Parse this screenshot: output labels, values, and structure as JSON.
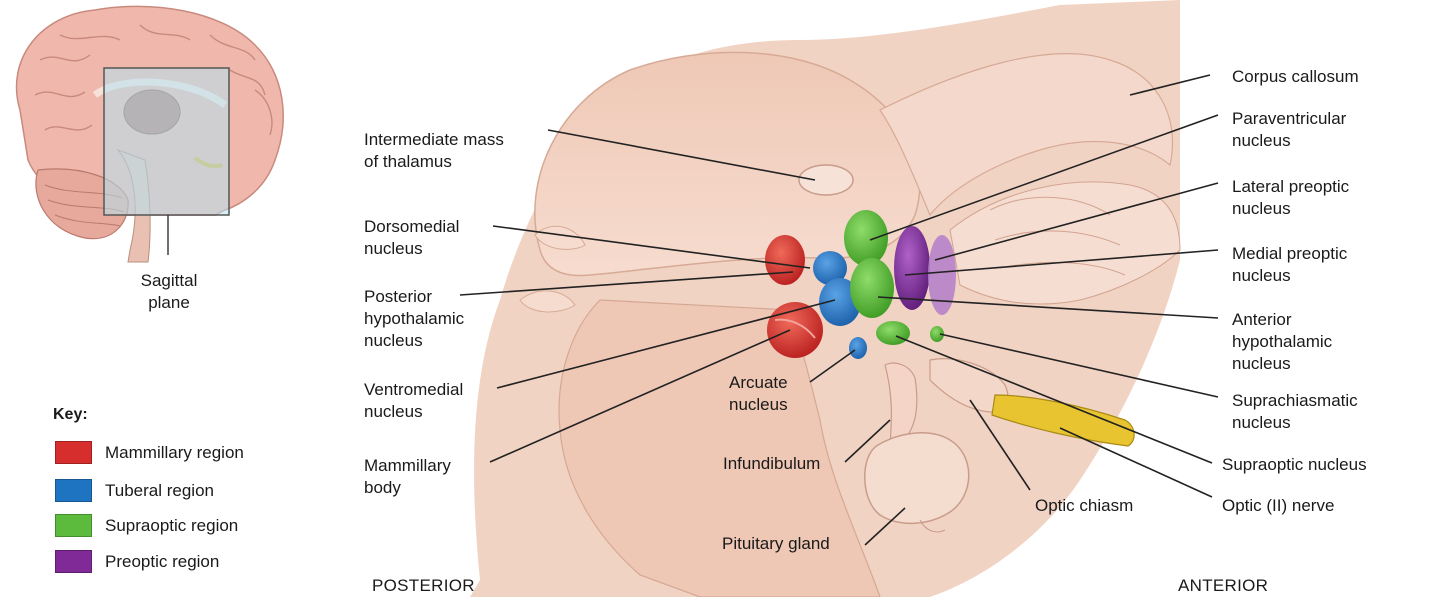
{
  "inset": {
    "plane_label": "Sagittal\nplane"
  },
  "key": {
    "title": "Key:",
    "items": [
      {
        "label": "Mammillary region",
        "color": "#d62d2d"
      },
      {
        "label": "Tuberal region",
        "color": "#1f74c2"
      },
      {
        "label": "Supraoptic region",
        "color": "#5cbb3c"
      },
      {
        "label": "Preoptic region",
        "color": "#7f2a97"
      }
    ]
  },
  "labels_left": {
    "intermediate_mass": "Intermediate mass\nof thalamus",
    "dorsomedial": "Dorsomedial\nnucleus",
    "posterior_hypothalamic": "Posterior\nhypothalamic\nnucleus",
    "ventromedial": "Ventromedial\nnucleus",
    "mammillary_body": "Mammillary\nbody"
  },
  "labels_center": {
    "arcuate": "Arcuate\nnucleus",
    "infundibulum": "Infundibulum",
    "pituitary": "Pituitary gland",
    "optic_chiasm": "Optic chiasm"
  },
  "labels_right": {
    "corpus_callosum": "Corpus callosum",
    "paraventricular": "Paraventricular\nnucleus",
    "lateral_preoptic": "Lateral preoptic\nnucleus",
    "medial_preoptic": "Medial preoptic\nnucleus",
    "anterior_hypothalamic": "Anterior\nhypothalamic\nnucleus",
    "suprachiasmatic": "Suprachiasmatic\nnucleus",
    "supraoptic": "Supraoptic nucleus",
    "optic_nerve": "Optic (II) nerve"
  },
  "orientation": {
    "posterior": "POSTERIOR",
    "anterior": "ANTERIOR"
  }
}
